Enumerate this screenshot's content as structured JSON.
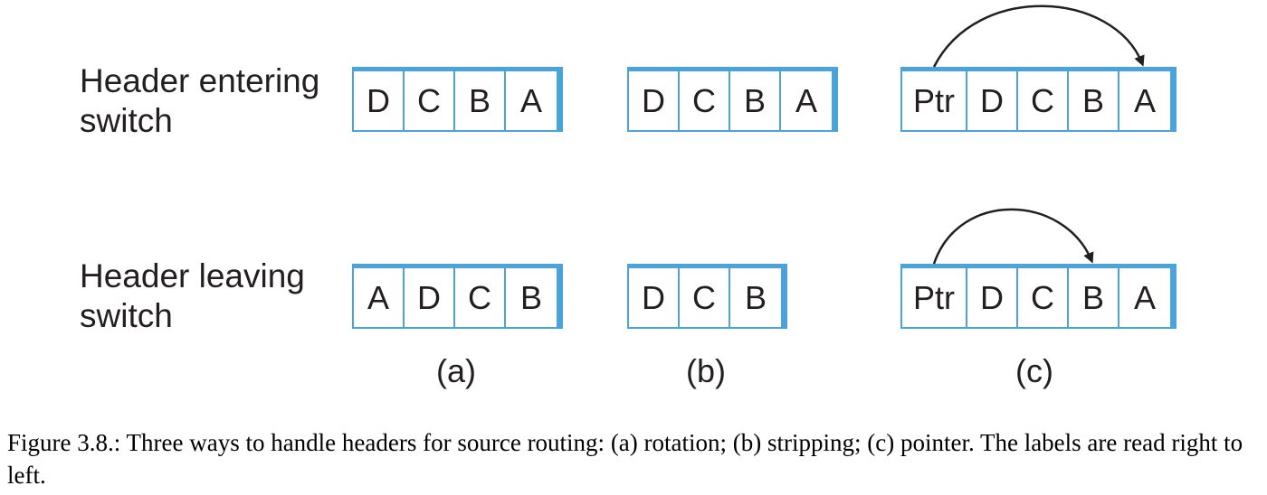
{
  "rows": {
    "entering": [
      "Header entering",
      "switch"
    ],
    "leaving": [
      "Header leaving",
      "switch"
    ]
  },
  "panels": {
    "a": {
      "label": "(a)",
      "entering": [
        "D",
        "C",
        "B",
        "A"
      ],
      "leaving": [
        "A",
        "D",
        "C",
        "B"
      ]
    },
    "b": {
      "label": "(b)",
      "entering": [
        "D",
        "C",
        "B",
        "A"
      ],
      "leaving": [
        "D",
        "C",
        "B"
      ]
    },
    "c": {
      "label": "(c)",
      "entering": [
        "Ptr",
        "D",
        "C",
        "B",
        "A"
      ],
      "leaving": [
        "Ptr",
        "D",
        "C",
        "B",
        "A"
      ]
    }
  },
  "caption": "Figure 3.8.: Three ways to handle headers for source routing: (a) rotation; (b) stripping; (c) pointer. The labels are read right to left."
}
